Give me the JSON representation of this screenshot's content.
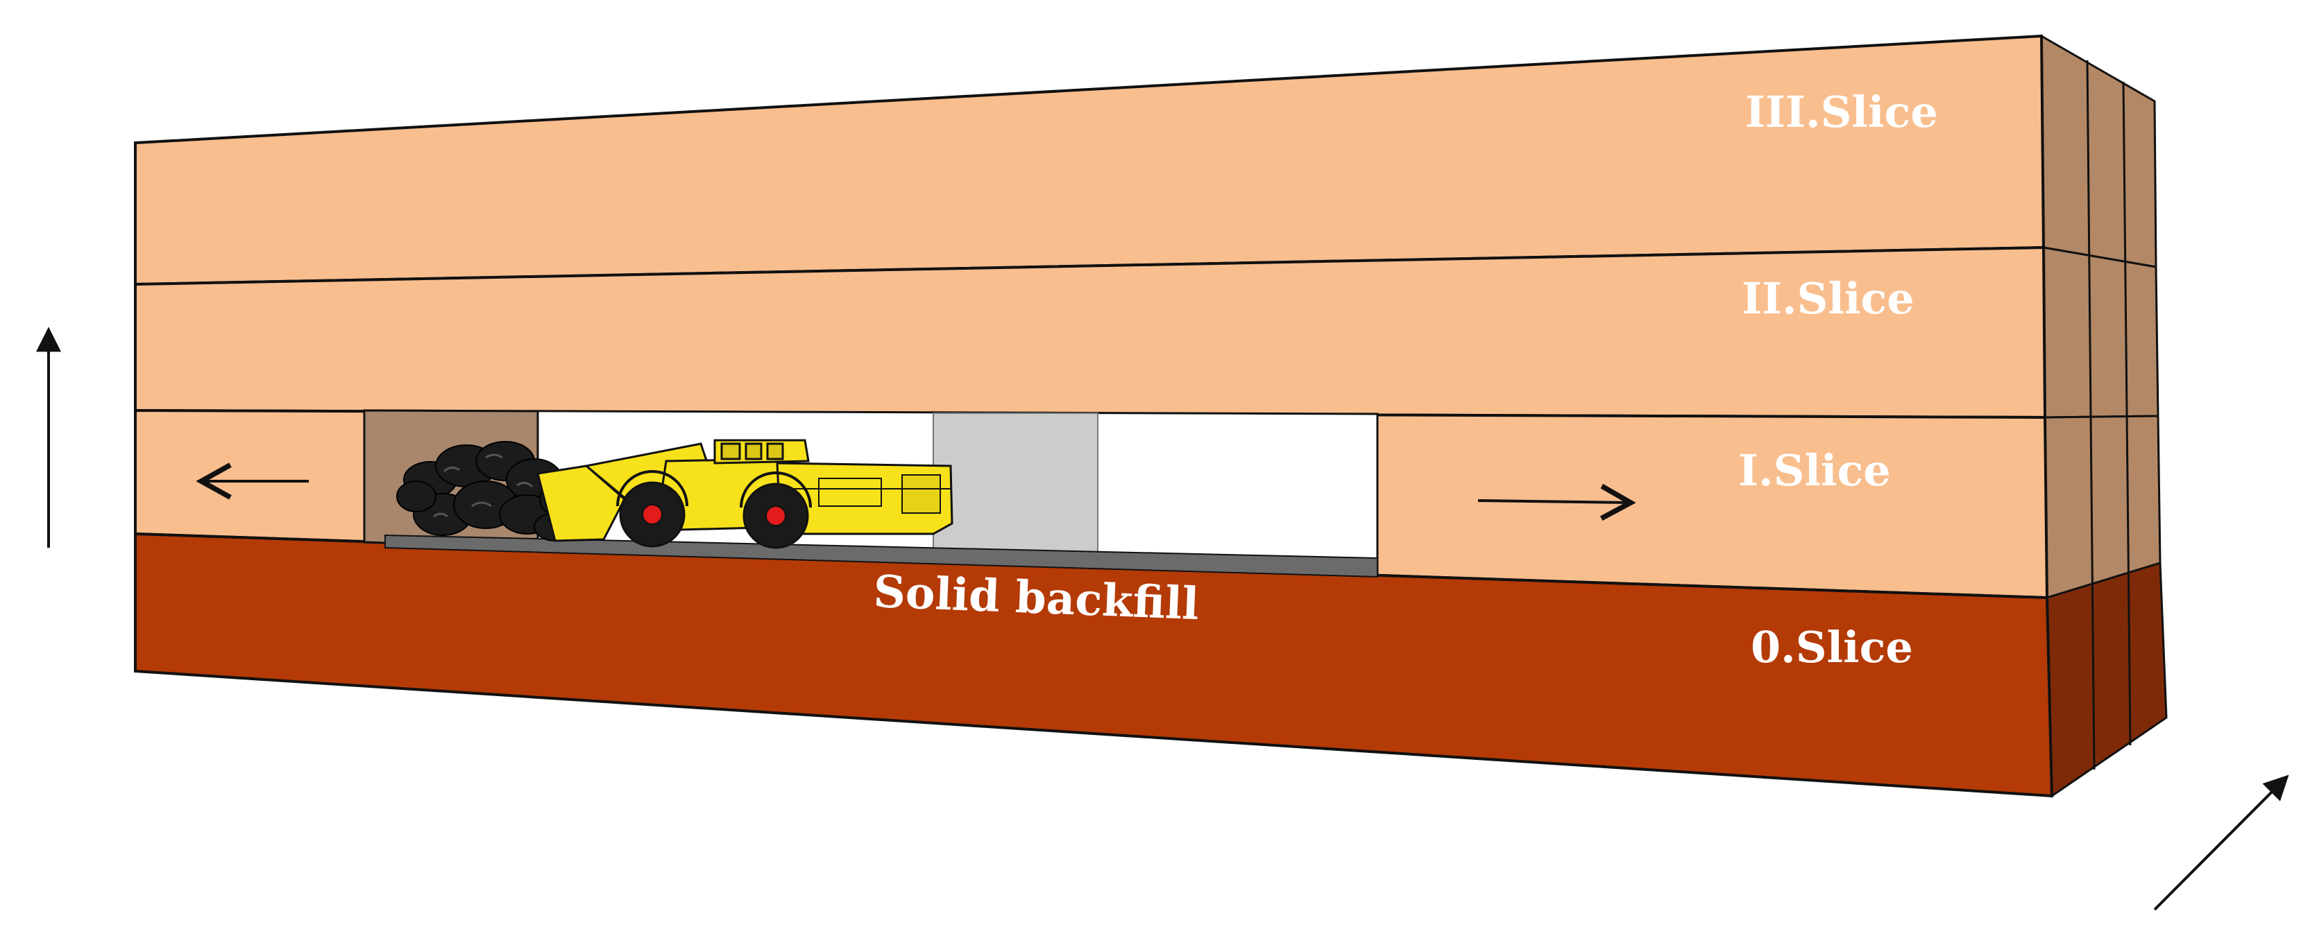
{
  "labels": {
    "slice3": "III.Slice",
    "slice2": "II.Slice",
    "slice1": "I.Slice",
    "slice0": "0.Slice",
    "backfill": "Solid backfill"
  },
  "colors": {
    "slice_fill": "#F9BE8E",
    "slice_side": "#B38866",
    "backfill_front": "#B43A06",
    "backfill_side": "#7E2A08",
    "cavity_wall": "#A8876D",
    "tunnel_floor": "#6B6B6B",
    "pillar": "#CCCCCC",
    "loader": "#F7E11A",
    "wheel_hub": "#E21B1B",
    "rock_pile": "#1B1B1B",
    "outline": "#111111",
    "label": "#FFFFFF"
  },
  "icons": {
    "loader": "lhd-loader-icon",
    "rock_pile": "ore-pile-icon",
    "vertical_arrow": "arrow-up-icon",
    "diagonal_arrow": "arrow-diagonal-icon",
    "left_arrow": "arrow-left-icon",
    "right_arrow": "arrow-right-icon"
  }
}
